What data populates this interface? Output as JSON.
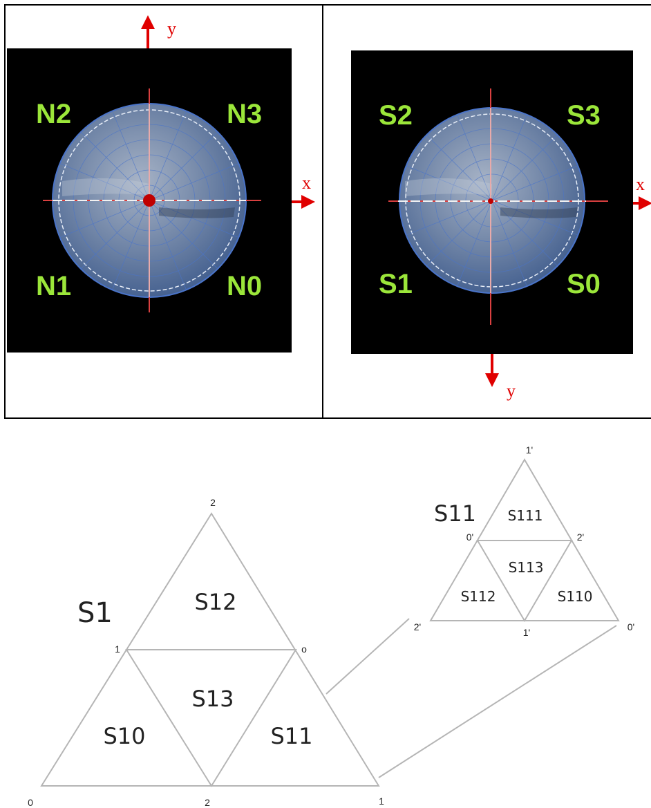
{
  "north_view": {
    "quadrants": [
      "N2",
      "N3",
      "N1",
      "N0"
    ],
    "axis_x_label": "x",
    "axis_y_label": "y"
  },
  "south_view": {
    "quadrants": [
      "S2",
      "S3",
      "S1",
      "S0"
    ],
    "axis_x_label": "x",
    "axis_y_label": "y"
  },
  "subdivision": {
    "title": "S1",
    "cells": [
      "S12",
      "S13",
      "S10",
      "S11"
    ],
    "vertices": [
      "2",
      "1",
      "o",
      "0",
      "2",
      "1"
    ]
  },
  "detail": {
    "title": "S11",
    "cells": [
      "S111",
      "S113",
      "S112",
      "S110"
    ],
    "vertices": [
      "1'",
      "0'",
      "2'",
      "2'",
      "1'",
      "0'"
    ]
  },
  "colors": {
    "axis": "#e00000",
    "quadrant_label": "#9be63a",
    "panel_bg": "#000000",
    "sphere": "#6f8fbf",
    "line": "#b5b5b5"
  }
}
